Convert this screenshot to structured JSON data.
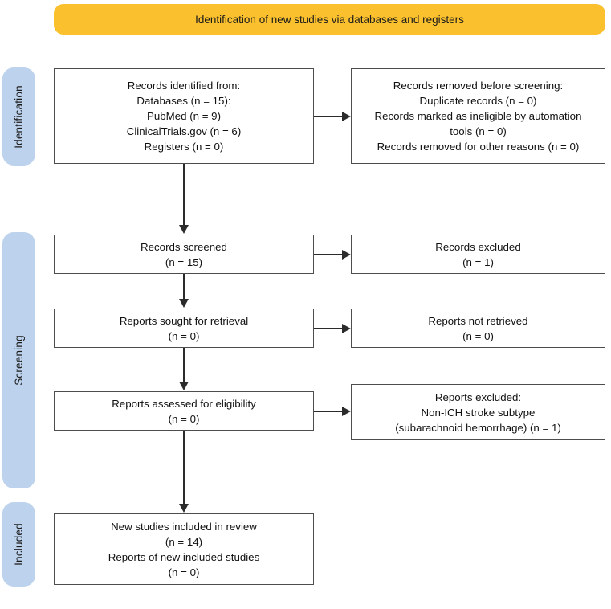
{
  "colors": {
    "banner": "#FBC02D",
    "phase_pill": "#BDD2EC",
    "box_border": "#4d4d4d",
    "connector": "#2b2b2b",
    "text": "#111111",
    "background": "#ffffff"
  },
  "banner": {
    "label": "Identification of new studies via databases and registers"
  },
  "phases": [
    {
      "key": "identification",
      "label": "Identification"
    },
    {
      "key": "screening",
      "label": "Screening"
    },
    {
      "key": "included",
      "label": "Included"
    }
  ],
  "boxes": {
    "records_identified": {
      "lines": [
        "Records identified from:",
        "Databases (n = 15):",
        "PubMed (n = 9)",
        "ClinicalTrials.gov (n = 6)",
        "Registers (n = 0)"
      ]
    },
    "records_removed": {
      "lines": [
        "Records removed before screening:",
        "Duplicate records (n = 0)",
        "Records marked as ineligible by automation",
        "tools (n = 0)",
        "Records removed for other reasons (n = 0)"
      ]
    },
    "records_screened": {
      "lines": [
        "Records screened",
        "(n = 15)"
      ]
    },
    "records_excluded": {
      "lines": [
        "Records excluded",
        "(n = 1)"
      ]
    },
    "reports_sought": {
      "lines": [
        "Reports sought for retrieval",
        "(n = 0)"
      ]
    },
    "reports_not_retrieved": {
      "lines": [
        "Reports not retrieved",
        "(n = 0)"
      ]
    },
    "reports_assessed": {
      "lines": [
        "Reports assessed for eligibility",
        "(n = 0)"
      ]
    },
    "reports_excluded": {
      "lines": [
        "Reports excluded:",
        "Non-ICH stroke subtype",
        "(subarachnoid hemorrhage) (n = 1)"
      ]
    },
    "new_studies_included": {
      "lines": [
        "New studies included in review",
        "(n = 14)",
        "Reports of new included studies",
        "(n = 0)"
      ]
    }
  }
}
